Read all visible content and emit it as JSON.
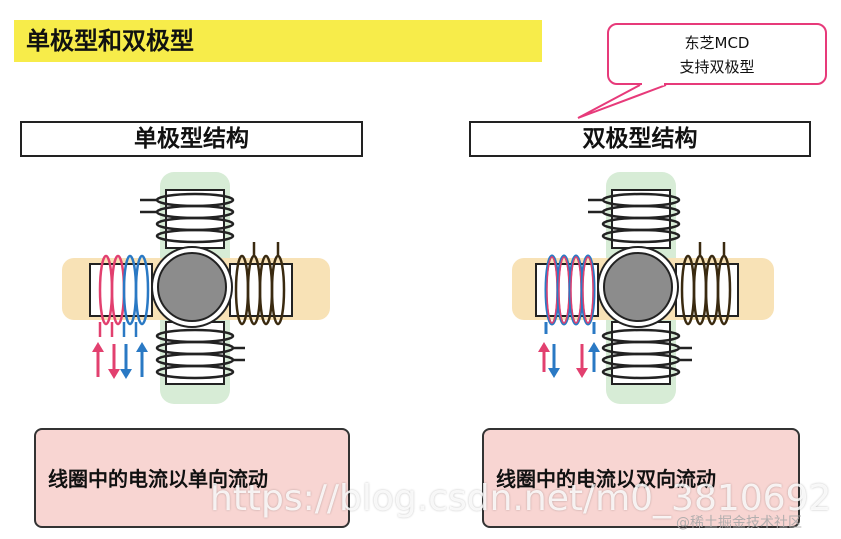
{
  "title": "单极型和双极型",
  "callout": {
    "line1": "东芝MCD",
    "line2": "支持双极型"
  },
  "left": {
    "heading": "单极型结构",
    "caption": "线圈中的电流以单向流动"
  },
  "right": {
    "heading": "双极型结构",
    "caption": "线圈中的电流以双向流动"
  },
  "watermark": "https://blog.csdn.net/m0_3810692",
  "watermark_site": "@稀土掘金技术社区",
  "colors": {
    "title_bg": "#f7ec4a",
    "callout_border": "#e73a7a",
    "caption_bg": "#f8d5d2",
    "coil_pink": "#e2406f",
    "coil_blue": "#2a79c4",
    "stator_green": "#d7ecd6",
    "stator_orange": "#f8e2b6",
    "rotor_gray": "#8c8c8c"
  }
}
